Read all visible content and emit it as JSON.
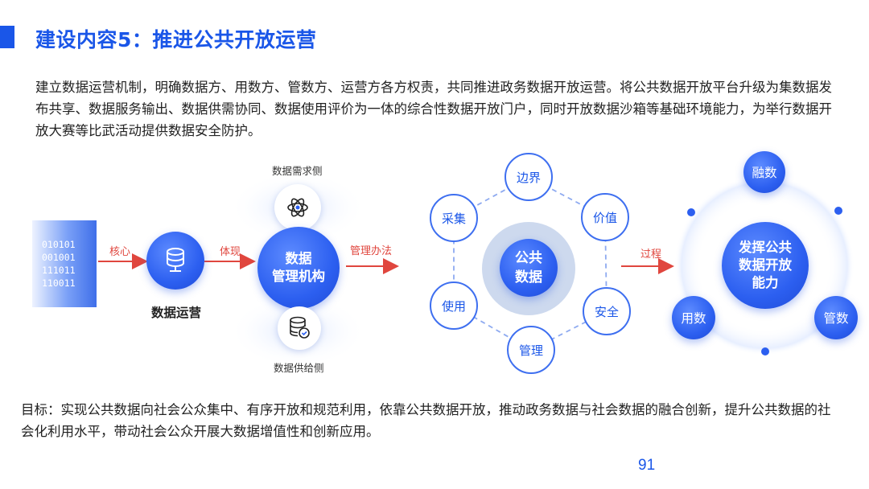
{
  "header": {
    "title": "建设内容5：推进公共开放运营"
  },
  "intro": {
    "text": "建立数据运营机制，明确数据方、用数方、管数方、运营方各方权责，共同推进政务数据开放运营。将公共数据开放平台升级为集数据发布共享、数据服务输出、数据供需协同、数据使用评价为一体的综合性数据开放门户，同时开放数据沙箱等基础环境能力，为举行数据开放大赛等比武活动提供数据安全防护。"
  },
  "left_diagram": {
    "binary_lines": "010101\n001001\n111011\n110011",
    "arrow1_label": "核心",
    "ops_label": "数据运营",
    "arrow2_label": "体现",
    "demand_side": "数据需求侧",
    "mgmt_line1": "数据",
    "mgmt_line2": "管理机构",
    "supply_side": "数据供给侧",
    "arrow3_label": "管理办法",
    "icons": [
      "database-icon",
      "atom-icon",
      "database-check-icon"
    ]
  },
  "middle_diagram": {
    "center_line1": "公共",
    "center_line2": "数据",
    "nodes": {
      "top": "边界",
      "upper_right": "价值",
      "lower_right": "安全",
      "bottom": "管理",
      "lower_left": "使用",
      "upper_left": "采集"
    },
    "arrow_label": "过程"
  },
  "right_diagram": {
    "center_line1": "发挥公共",
    "center_line2": "数据开放",
    "center_line3": "能力",
    "satellites": {
      "top": "融数",
      "left": "用数",
      "right": "管数"
    }
  },
  "goal": {
    "text": "目标：实现公共数据向社会公众集中、有序开放和规范利用，依靠公共数据开放，推动政务数据与社会数据的融合创新，提升公共数据的社会化利用水平，带动社会公众开展大数据增值性和创新应用。"
  },
  "footer": {
    "page_number": "91"
  },
  "colors": {
    "accent": "#1a56e8",
    "arrow": "#e0463e"
  }
}
